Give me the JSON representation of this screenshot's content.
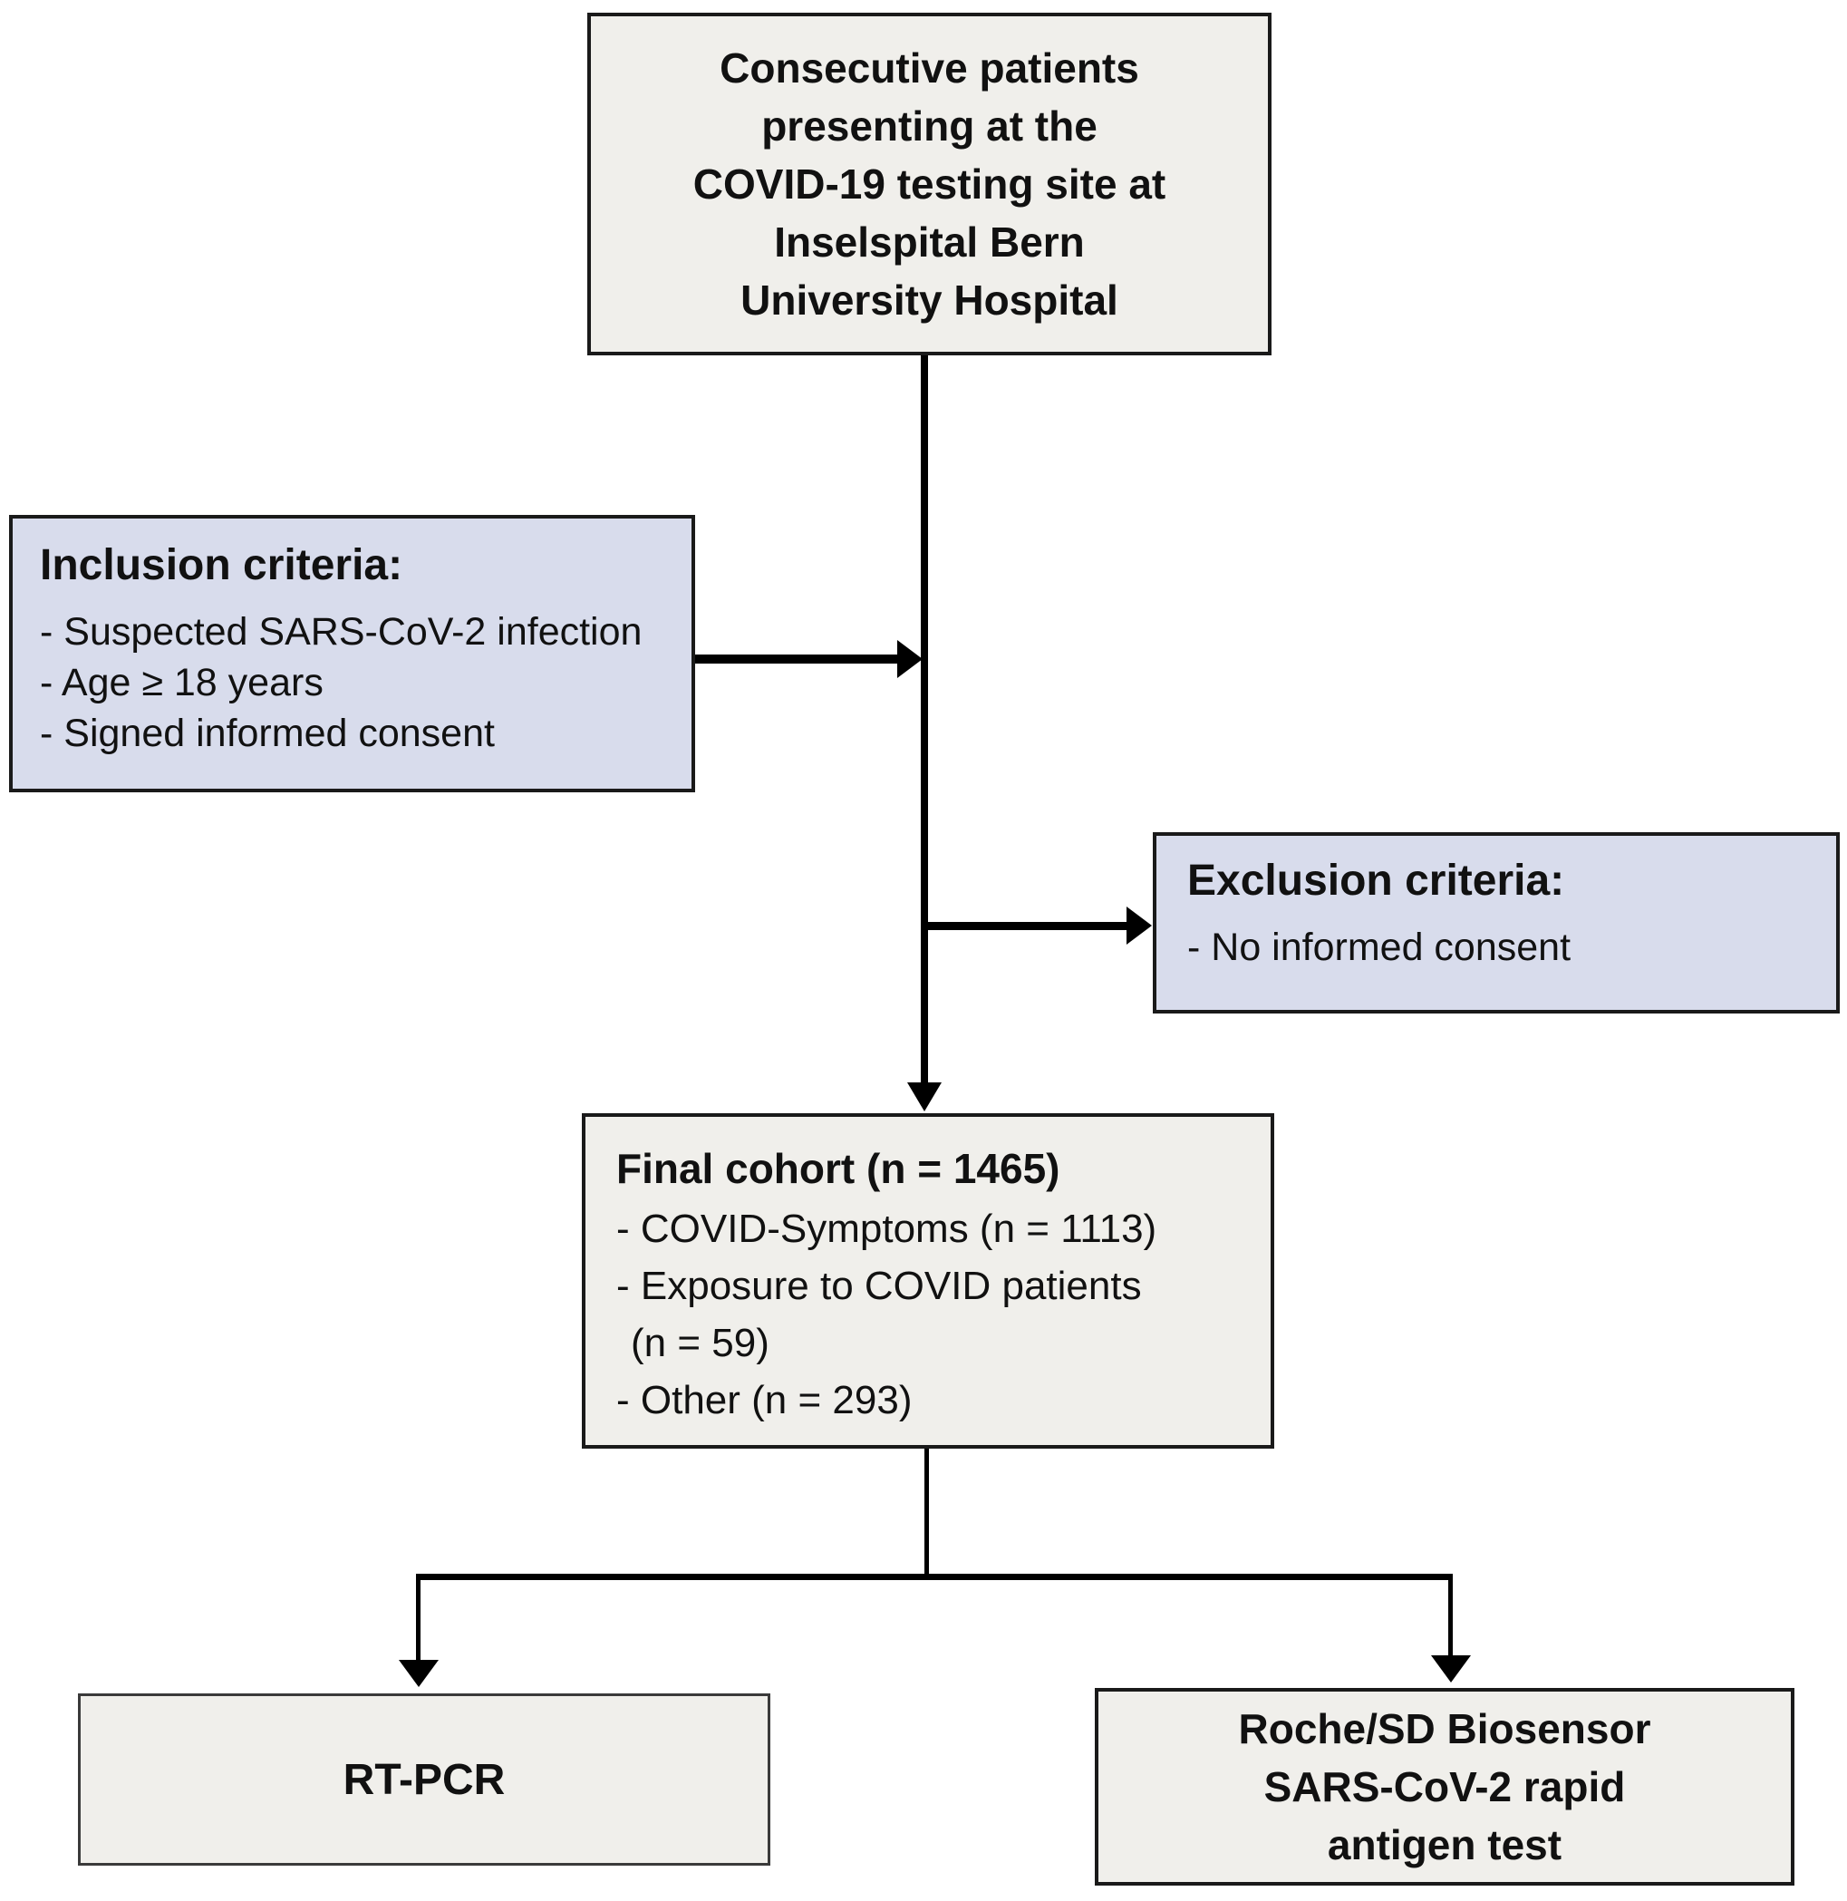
{
  "colors": {
    "gray_fill": "#f0efeb",
    "blue_fill": "#d8dcec",
    "border": "#1a1a1a",
    "line": "#000000",
    "background": "#ffffff"
  },
  "nodes": {
    "recruitment": {
      "lines": [
        "Consecutive patients",
        "presenting at the",
        "COVID-19 testing site at",
        "Inselspital Bern",
        "University Hospital"
      ]
    },
    "inclusion": {
      "title": "Inclusion criteria:",
      "items": [
        "- Suspected SARS-CoV-2 infection",
        "- Age ≥ 18 years",
        "- Signed informed consent"
      ]
    },
    "exclusion": {
      "title": "Exclusion criteria:",
      "items": [
        "- No informed consent"
      ]
    },
    "final_cohort": {
      "title": "Final cohort (n = 1465)",
      "lines": [
        "- COVID-Symptoms (n = 1113)",
        "- Exposure to COVID patients",
        "(n = 59)",
        "- Other (n = 293)"
      ]
    },
    "rt_pcr": {
      "label": "RT-PCR"
    },
    "antigen_test": {
      "lines": [
        "Roche/SD Biosensor",
        "SARS-CoV-2 rapid",
        "antigen test"
      ]
    }
  }
}
